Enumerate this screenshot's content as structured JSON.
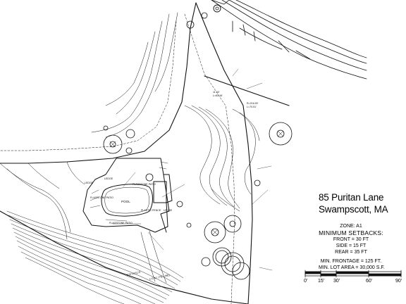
{
  "address": {
    "street": "85 Puritan Lane",
    "city": "Swampscott, MA"
  },
  "zoning": {
    "zone": "ZONE: A1",
    "title": "MINIMUM SETBACKS:",
    "front": "FRONT = 30 FT",
    "side": "SIDE = 15 FT",
    "rear": "REAR = 35 FT",
    "frontage": "MIN. FRONTAGE = 125 FT.",
    "lot_area": "MIN. LOT AREA = 30,000 S.F."
  },
  "scale_bar": {
    "labels": [
      "0'",
      "15'",
      "30'",
      "60'",
      "90'"
    ]
  },
  "plan_labels": {
    "pool": "POOL",
    "flagstone_patio_left": "FLAGSTONE PATIO",
    "flagstone_patio_right": "FLAGSTONE PATIO",
    "flagstone_patio_lower": "FLAGSTONE PATIO",
    "plastic_fence": "PLASTIC FENCE",
    "ledge_1": "LEDGE",
    "ledge_2": "LEDGE",
    "ledge_3": "LEDGE",
    "curve_data_1": "R=216.00'",
    "curve_data_2": "L=70.51'",
    "dist_1": "11.03'",
    "dist_2": "L=83.16'",
    "bearing_bottom": "S70°43'51\"E",
    "bottom_line": "172.41' (TIE LINE)"
  }
}
